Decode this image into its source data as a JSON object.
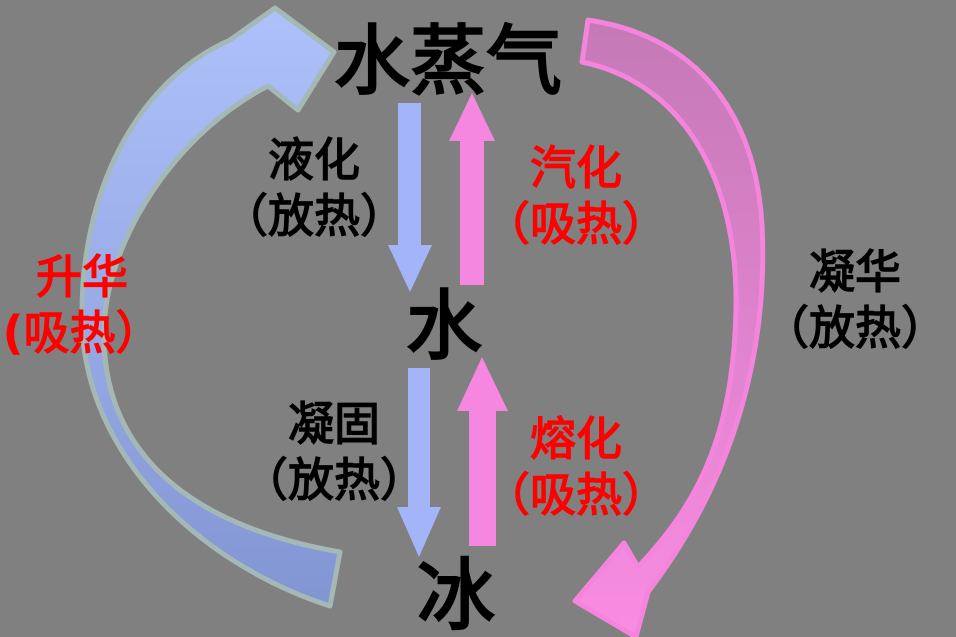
{
  "colors": {
    "background": "#808080",
    "black_text": "#000000",
    "red_text": "#fe0000",
    "blue_arrow": "#a3b5f8",
    "pink_arrow": "#f687e0",
    "left_arc_fill_top": "#aec1fa",
    "left_arc_fill_bottom": "#8295d3",
    "left_arc_outline": "#a4b9b6",
    "right_arc_fill_top": "#c479b6",
    "right_arc_fill_bottom": "#f98ce3",
    "right_arc_outline": "#f584dd"
  },
  "states": {
    "vapor": "水蒸气",
    "water": "水",
    "ice": "冰"
  },
  "processes": {
    "liquefaction": {
      "name": "液化",
      "heat": "（放热）"
    },
    "vaporization": {
      "name": "汽化",
      "heat": "（吸热）"
    },
    "solidification": {
      "name": "凝固",
      "heat": "（放热）"
    },
    "melting": {
      "name": "熔化",
      "heat": "（吸热）"
    },
    "sublimation": {
      "name": "升华",
      "heat": "(吸热）"
    },
    "deposition": {
      "name": "凝华",
      "heat": "（放热）"
    }
  }
}
